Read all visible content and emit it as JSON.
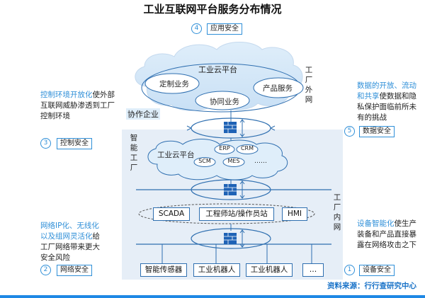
{
  "title": "工业互联网平台服务分布情况",
  "layers": {
    "factory_outer": "工厂外网",
    "smart_factory": "智能工厂",
    "factory_inner": "工厂内网"
  },
  "cloud_top": {
    "name": "工业云平台",
    "items": [
      "定制业务",
      "协同业务",
      "产品服务"
    ]
  },
  "collab_enterprise": "协作企业",
  "cloud_inner": {
    "name": "工业云平台",
    "items": [
      "ERP",
      "CRM",
      "SCM",
      "MES",
      "……"
    ]
  },
  "control_layer": [
    "SCADA",
    "工程师站/操作员站",
    "HMI"
  ],
  "device_layer": [
    "智能传感器",
    "工业机器人",
    "工业机器人",
    "…"
  ],
  "security": [
    {
      "num": "1",
      "label": "设备安全"
    },
    {
      "num": "2",
      "label": "网络安全"
    },
    {
      "num": "3",
      "label": "控制安全"
    },
    {
      "num": "4",
      "label": "应用安全"
    },
    {
      "num": "5",
      "label": "数据安全"
    }
  ],
  "notes": {
    "control": {
      "hl": "控制环境开放化",
      "rest": "使外部互联网威胁渗透到工厂控制环境"
    },
    "data": {
      "hl": "数据的开放、流动和共享",
      "rest": "使数据和隐私保护面临前所未有的挑战"
    },
    "network": {
      "hl": "网络IP化、无线化以及组网灵活化",
      "rest": "给工厂网络带来更大安全风险"
    },
    "device": {
      "hl": "设备智能化",
      "rest": "使生产装备和产品直接暴露在网络攻击之下"
    }
  },
  "source": "资料来源：行行查研究中心"
}
